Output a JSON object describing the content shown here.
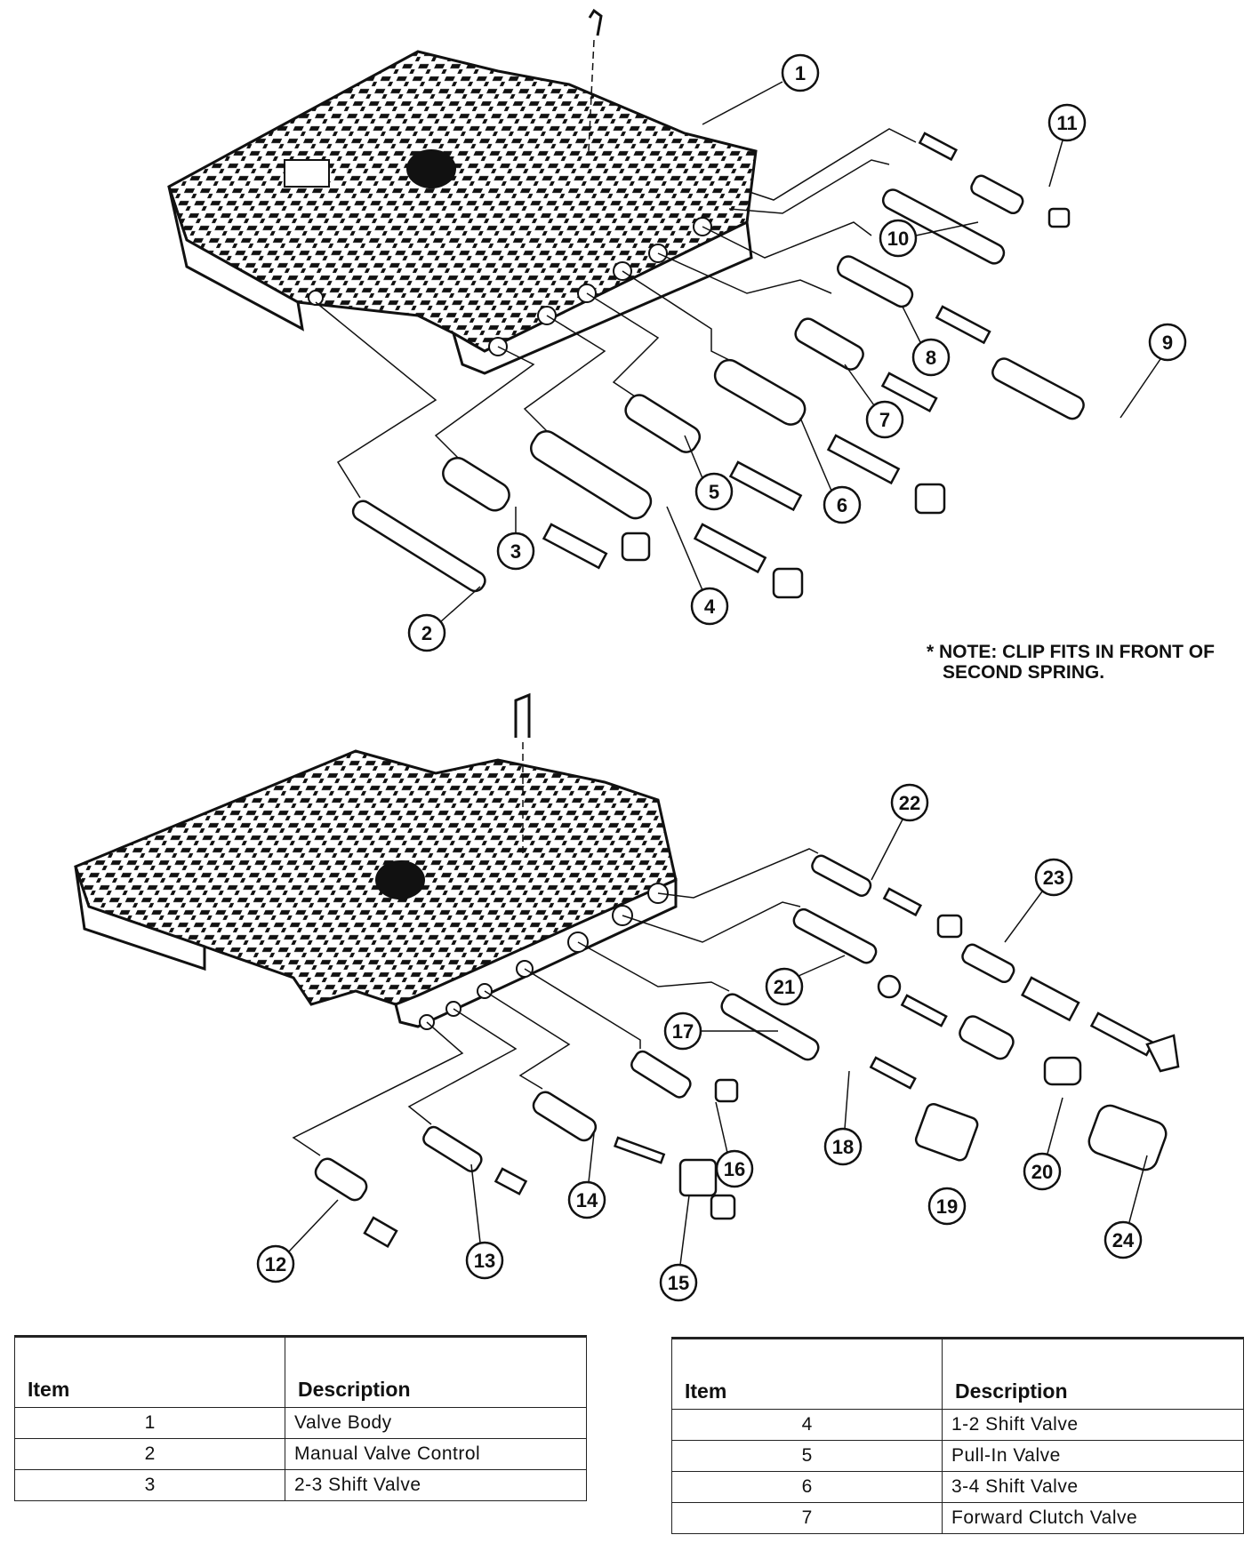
{
  "note": {
    "line1": "* NOTE: CLIP FITS IN FRONT OF",
    "line2": "SECOND SPRING."
  },
  "callouts": [
    "1",
    "2",
    "3",
    "4",
    "5",
    "6",
    "7",
    "8",
    "9",
    "10",
    "11",
    "12",
    "13",
    "14",
    "15",
    "16",
    "17",
    "18",
    "19",
    "20",
    "21",
    "22",
    "23",
    "24"
  ],
  "legend_left": {
    "header_item": "Item",
    "header_desc": "Description",
    "rows": [
      {
        "item": "1",
        "desc": "Valve Body"
      },
      {
        "item": "2",
        "desc": "Manual Valve Control"
      },
      {
        "item": "3",
        "desc": "2-3 Shift Valve"
      }
    ]
  },
  "legend_right": {
    "header_item": "Item",
    "header_desc": "Description",
    "rows": [
      {
        "item": "4",
        "desc": "1-2 Shift Valve"
      },
      {
        "item": "5",
        "desc": "Pull-In Valve"
      },
      {
        "item": "6",
        "desc": "3-4 Shift Valve"
      },
      {
        "item": "7",
        "desc": "Forward Clutch Valve"
      }
    ]
  }
}
